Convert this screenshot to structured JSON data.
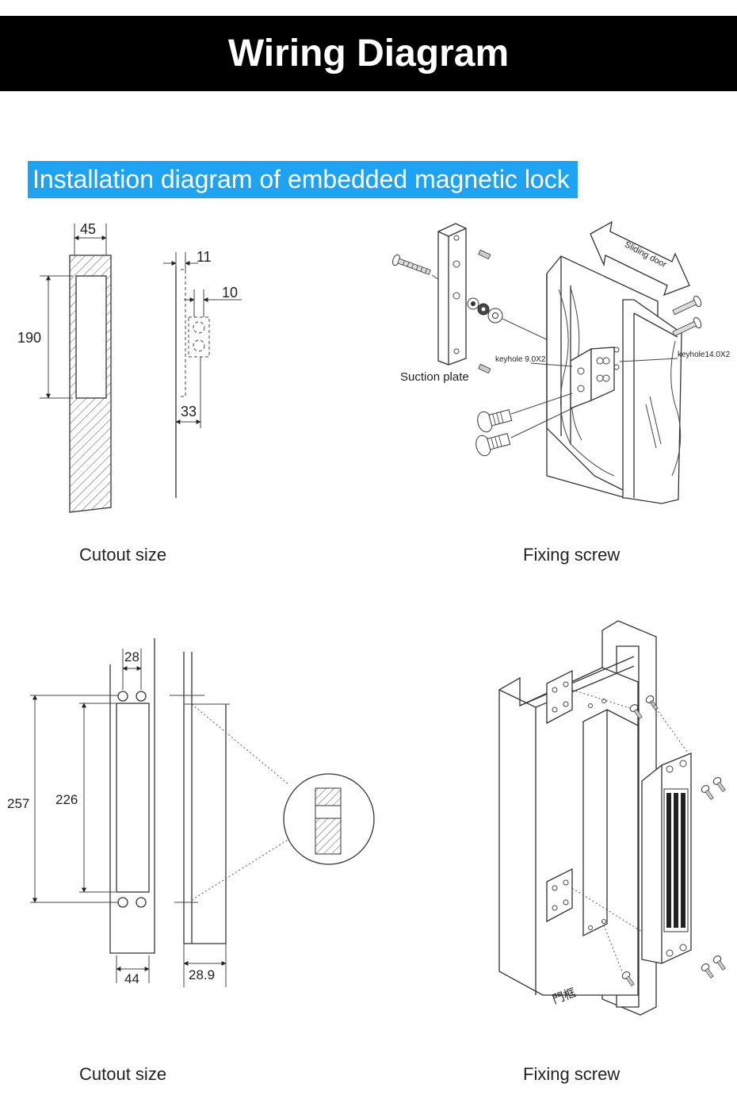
{
  "header": {
    "title": "Wiring Diagram"
  },
  "section": {
    "title": "Installation diagram of embedded magnetic lock"
  },
  "diagrams": {
    "top_left": {
      "caption": "Cutout size",
      "dims": {
        "width": "45",
        "height": "190",
        "offset": "11",
        "hole": "10",
        "depth": "33"
      }
    },
    "top_right": {
      "caption": "Fixing screw",
      "labels": {
        "suction_plate": "Suction plate",
        "keyhole_left": "keyhole 9.0X2",
        "keyhole_right": "keyhole14.0X2",
        "sliding_door": "Sliding door"
      }
    },
    "bottom_left": {
      "caption": "Cutout size",
      "dims": {
        "hole_spacing": "28",
        "outer_height": "257",
        "inner_height": "226",
        "width": "44",
        "depth": "28.9"
      }
    },
    "bottom_right": {
      "caption": "Fixing screw",
      "labels": {
        "door_frame": "門框"
      }
    }
  }
}
